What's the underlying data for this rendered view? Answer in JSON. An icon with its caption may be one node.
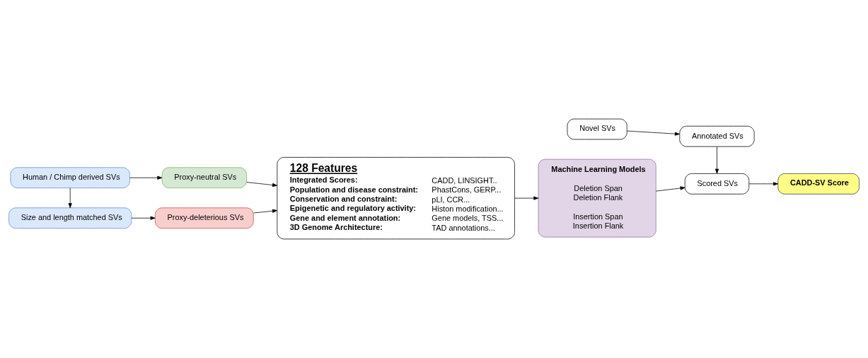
{
  "diagram": {
    "nodes": [
      {
        "text": [
          "Human / Chimp derived SVs"
        ]
      },
      {
        "text": [
          "Proxy-neutral SVs"
        ]
      },
      {
        "text": [
          "Size and length matched SVs"
        ]
      },
      {
        "text": [
          "Proxy-deleterious SVs"
        ]
      },
      {
        "text": [
          "128 Features",
          "Integrated Scores:",
          "CADD, LINSIGHT..",
          "Population and disease constraint:",
          "PhastCons, GERP...",
          "Conservation and constraint:",
          "pLI, CCR...",
          "Epigenetic and regulatory activity:",
          "Histon modification...",
          "Gene and element annotation:",
          "Gene models, TSS...",
          "3D Genome Architecture:",
          "TAD annotations..."
        ]
      },
      {
        "text": [
          "Machine Learning Models",
          "Deletion Span",
          "Deletion Flank",
          "Insertion Span",
          "Insertion Flank"
        ]
      },
      {
        "text": [
          "Annotated SVs"
        ]
      },
      {
        "text": [
          "Novel SVs"
        ]
      },
      {
        "text": [
          "Scored SVs"
        ]
      },
      {
        "text": [
          "CADD-SV Score"
        ]
      }
    ],
    "edges": [
      {
        "from": 0,
        "to": 1,
        "arrow": "to"
      },
      {
        "from": 0,
        "to": 2,
        "arrow": "to"
      },
      {
        "from": 2,
        "to": 3,
        "arrow": "to"
      },
      {
        "from": 1,
        "to": 4,
        "arrow": "to"
      },
      {
        "from": 3,
        "to": 4,
        "arrow": "to"
      },
      {
        "from": 4,
        "to": 5,
        "arrow": "to"
      },
      {
        "from": 7,
        "to": 6,
        "arrow": "to"
      },
      {
        "from": 5,
        "to": 8,
        "arrow": "to"
      },
      {
        "from": 6,
        "to": 8,
        "arrow": "to"
      },
      {
        "from": 8,
        "to": 9,
        "arrow": "to"
      }
    ]
  }
}
